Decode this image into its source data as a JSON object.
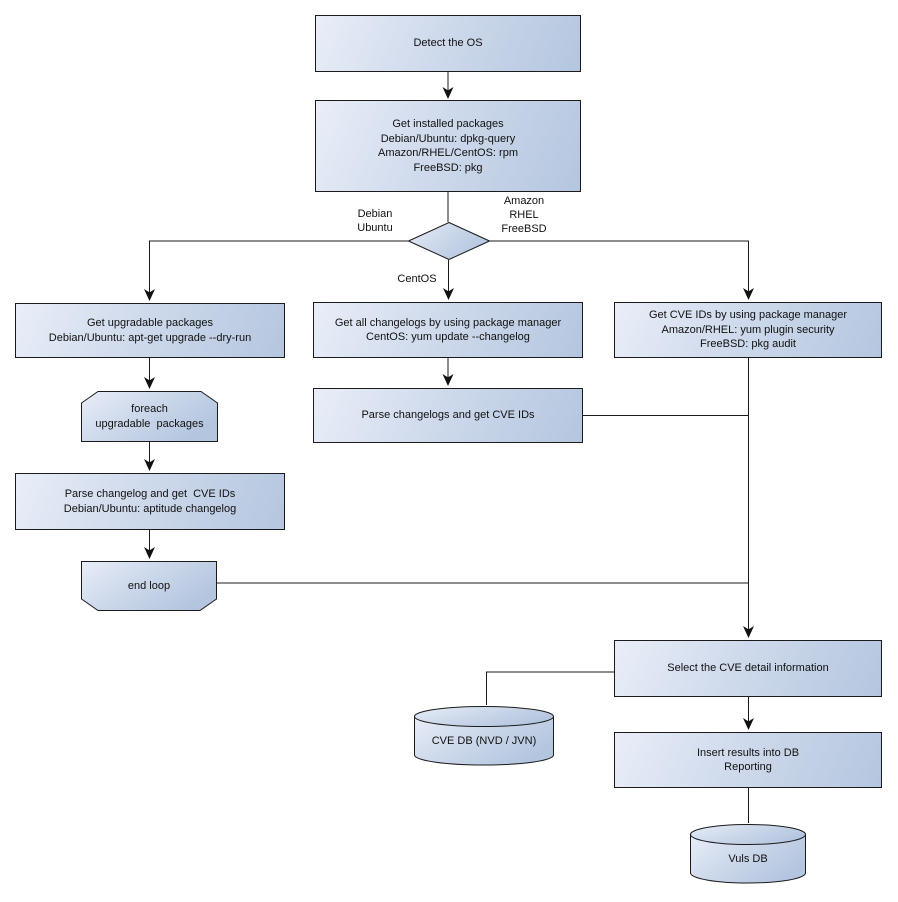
{
  "diagram_type": "flowchart",
  "colors": {
    "node_fill_light": "#e9eef8",
    "node_fill_dark": "#b4c6df",
    "stroke": "#1b1b1b",
    "text": "#111111",
    "background": "#ffffff"
  },
  "nodes": {
    "detect_os": {
      "label": "Detect the OS"
    },
    "get_installed_packages": {
      "label": "Get installed packages\nDebian/Ubuntu: dpkg-query\nAmazon/RHEL/CentOS: rpm\nFreeBSD: pkg"
    },
    "get_upgradable_packages": {
      "label": "Get upgradable packages\nDebian/Ubuntu: apt-get upgrade --dry-run"
    },
    "foreach_loop_start": {
      "label": "foreach\nupgradable  packages"
    },
    "parse_changelog_debian": {
      "label": "Parse changelog and get  CVE IDs\nDebian/Ubuntu: aptitude changelog"
    },
    "end_loop": {
      "label": "end loop"
    },
    "get_all_changelogs": {
      "label": "Get all changelogs by using package manager\nCentOS: yum update --changelog"
    },
    "parse_changelogs": {
      "label": "Parse changelogs and get CVE IDs"
    },
    "get_cve_ids_pkg_manager": {
      "label": "Get CVE IDs by using package manager\nAmazon/RHEL: yum plugin security\nFreeBSD: pkg audit"
    },
    "select_cve_detail": {
      "label": "Select the CVE detail information"
    },
    "cve_db": {
      "label": "CVE DB (NVD / JVN)"
    },
    "insert_results": {
      "label": "Insert results into DB\nReporting"
    },
    "vuls_db": {
      "label": "Vuls DB"
    }
  },
  "edge_labels": {
    "left_branch": "Debian\nUbuntu",
    "right_branch": "Amazon\nRHEL\nFreeBSD",
    "middle_branch": "CentOS"
  }
}
